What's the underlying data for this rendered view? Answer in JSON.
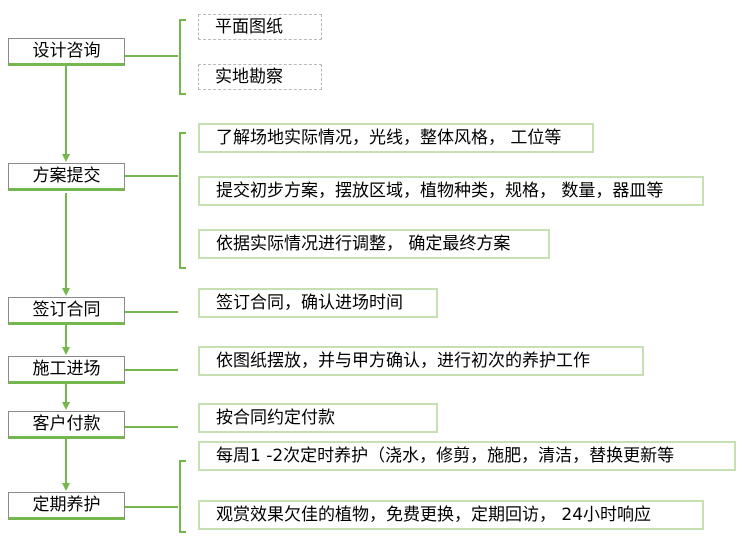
{
  "colors": {
    "connector": "#74b74c",
    "note_border": "#c6dfb3",
    "step_border": "#8a8a8a"
  },
  "steps": [
    {
      "label": "设计咨询",
      "notes": [
        "平面图纸",
        "实地勘察"
      ]
    },
    {
      "label": "方案提交",
      "notes": [
        "了解场地实际情况，光线，整体风格，   工位等",
        "提交初步方案，摆放区域，植物种类，规格，   数量，器皿等",
        "依据实际情况进行调整，   确定最终方案"
      ]
    },
    {
      "label": "签订合同",
      "notes": [
        "签订合同，确认进场时间"
      ]
    },
    {
      "label": "施工进场",
      "notes": [
        "依图纸摆放，并与甲方确认，进行初次的养护工作"
      ]
    },
    {
      "label": "客户付款",
      "notes": [
        "按合同约定付款"
      ]
    },
    {
      "label": "定期养护",
      "notes": [
        "每周1 -2次定时养护（浇水，修剪，施肥，清洁，替换更新等",
        "观赏效果欠佳的植物，免费更换，定期回访，   24小时响应"
      ]
    }
  ]
}
